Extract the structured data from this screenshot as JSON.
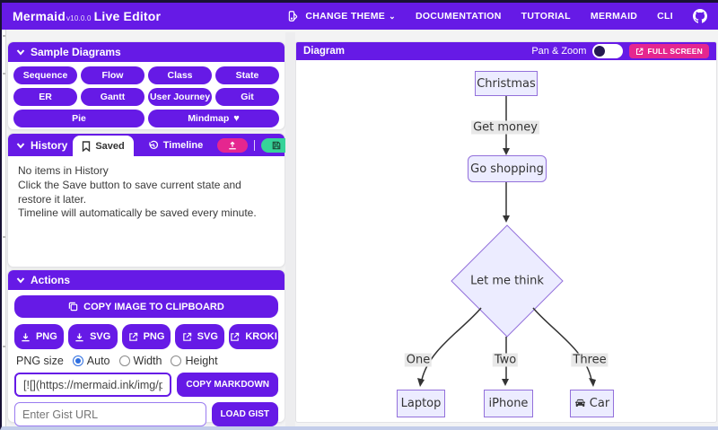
{
  "header": {
    "brand_name": "Mermaid",
    "brand_version": "v10.0.0",
    "brand_suffix": "Live Editor",
    "nav": {
      "change_theme": "CHANGE THEME",
      "documentation": "DOCUMENTATION",
      "tutorial": "TUTORIAL",
      "mermaid": "MERMAID",
      "cli": "CLI"
    }
  },
  "sidebar": {
    "samples": {
      "title": "Sample Diagrams",
      "buttons": [
        "Sequence",
        "Flow",
        "Class",
        "State",
        "ER",
        "Gantt",
        "User Journey",
        "Git",
        "Pie",
        "Mindmap"
      ],
      "heart": "♥"
    },
    "history": {
      "title": "History",
      "saved_tab": "Saved",
      "timeline_tab": "Timeline",
      "line1": "No items in History",
      "line2": "Click the Save button to save current state and restore it later.",
      "line3": "Timeline will automatically be saved every minute."
    },
    "actions": {
      "title": "Actions",
      "copy_image": "COPY IMAGE TO CLIPBOARD",
      "png_download": "PNG",
      "svg_download": "SVG",
      "png_external": "PNG",
      "svg_external": "SVG",
      "kroki": "KROKI",
      "png_size_label": "PNG size",
      "radio_auto": "Auto",
      "radio_width": "Width",
      "radio_height": "Height",
      "markdown_value": "[![](https://mermaid.ink/img/pako:eNpVj",
      "copy_markdown": "COPY MARKDOWN",
      "gist_placeholder": "Enter Gist URL",
      "load_gist": "LOAD GIST"
    }
  },
  "diagram": {
    "title": "Diagram",
    "pan_zoom": "Pan & Zoom",
    "pan_zoom_on": false,
    "fullscreen": "FULL SCREEN"
  },
  "flowchart": {
    "nodes": {
      "start": "Christmas",
      "shop": "Go shopping",
      "decision": "Let me think",
      "laptop": "Laptop",
      "iphone": "iPhone",
      "car": "Car"
    },
    "edge_labels": {
      "money": "Get money",
      "one": "One",
      "two": "Two",
      "three": "Three"
    },
    "colors": {
      "node_fill": "#ECECFF",
      "node_border": "#9370DB",
      "edge": "#333333",
      "edge_label_bg": "#e8e8e8"
    }
  },
  "colors": {
    "primary": "#661AE6",
    "secondary": "#E5268F",
    "success": "#36D399",
    "error": "#F87272"
  }
}
